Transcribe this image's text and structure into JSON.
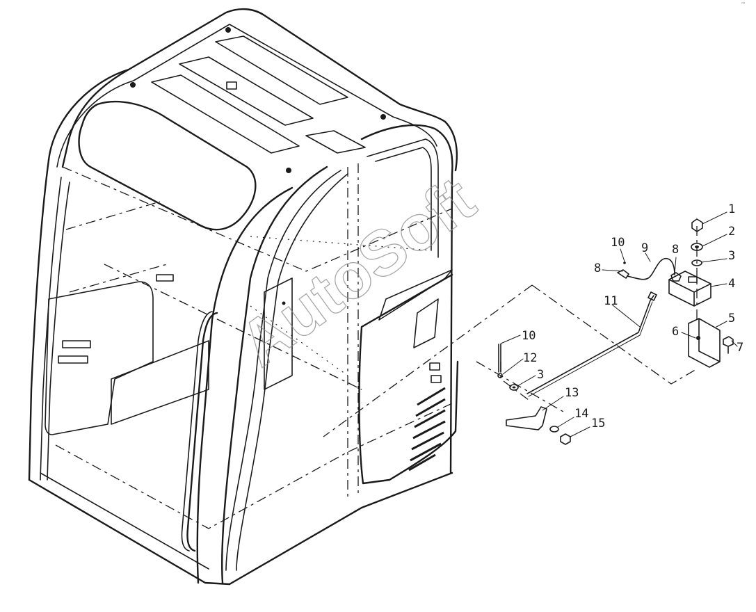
{
  "watermark": "AutoSoft",
  "corner_mark": "′″",
  "callouts": [
    {
      "id": "c1",
      "label": "1"
    },
    {
      "id": "c2",
      "label": "2"
    },
    {
      "id": "c3a",
      "label": "3"
    },
    {
      "id": "c4",
      "label": "4"
    },
    {
      "id": "c5",
      "label": "5"
    },
    {
      "id": "c6",
      "label": "6"
    },
    {
      "id": "c7",
      "label": "7"
    },
    {
      "id": "c8a",
      "label": "8"
    },
    {
      "id": "c8b",
      "label": "8"
    },
    {
      "id": "c9",
      "label": "9"
    },
    {
      "id": "c10a",
      "label": "10"
    },
    {
      "id": "c11",
      "label": "11"
    },
    {
      "id": "c10b",
      "label": "10"
    },
    {
      "id": "c12",
      "label": "12"
    },
    {
      "id": "c3b",
      "label": "3"
    },
    {
      "id": "c13",
      "label": "13"
    },
    {
      "id": "c14",
      "label": "14"
    },
    {
      "id": "c15",
      "label": "15"
    }
  ]
}
